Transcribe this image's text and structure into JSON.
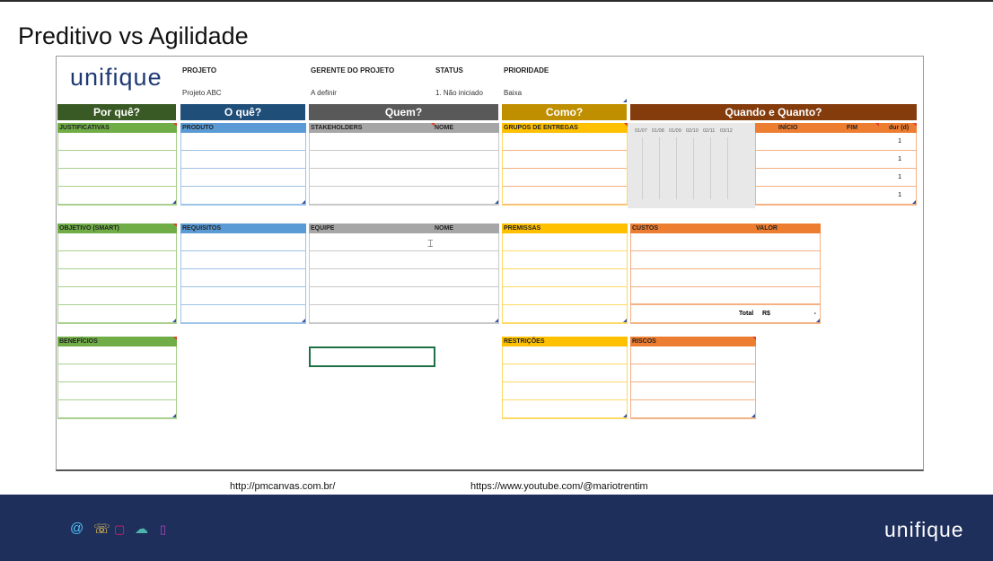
{
  "slide": {
    "title": "Preditivo vs Agilidade",
    "footer_links": [
      "http://pmcanvas.com.br/",
      "https://www.youtube.com/@mariotrentim"
    ],
    "brand": "unifique"
  },
  "header": {
    "logo": "unifique",
    "fields": [
      {
        "label": "PROJETO",
        "value": "Projeto ABC"
      },
      {
        "label": "GERENTE DO PROJETO",
        "value": "A definir"
      },
      {
        "label": "STATUS",
        "value": "1. Não iniciado"
      },
      {
        "label": "PRIORIDADE",
        "value": "Baixa"
      }
    ]
  },
  "sections": [
    {
      "label": "Por quê?",
      "color": "#3a5a25"
    },
    {
      "label": "O quê?",
      "color": "#1f4e79"
    },
    {
      "label": "Quem?",
      "color": "#595959"
    },
    {
      "label": "Como?",
      "color": "#bf8f00"
    },
    {
      "label": "Quando e Quanto?",
      "color": "#843c0c"
    }
  ],
  "blocks": {
    "justificativas": {
      "title": "JUSTIFICATIVAS"
    },
    "produto": {
      "title": "PRODUTO"
    },
    "stakeholders": {
      "title": "STAKEHOLDERS",
      "col2": "NOME"
    },
    "grupos": {
      "title": "GRUPOS DE ENTREGAS"
    },
    "timeline": {
      "col1": "INÍCIO",
      "col2": "FIM",
      "col3": "dur (d)",
      "durations": [
        "1",
        "1",
        "1",
        "1"
      ],
      "dates": [
        "01/07",
        "01/08",
        "01/09",
        "02/10",
        "02/11",
        "03/12"
      ]
    },
    "objetivo": {
      "title": "OBJETIVO  (SMART)"
    },
    "requisitos": {
      "title": "REQUISITOS"
    },
    "equipe": {
      "title": "EQUIPE",
      "col2": "NOME"
    },
    "premissas": {
      "title": "PREMISSAS"
    },
    "custos": {
      "title": "CUSTOS",
      "col2": "VALOR",
      "total_label": "Total",
      "currency": "R$",
      "total_value": "-"
    },
    "beneficios": {
      "title": "BENEFÍCIOS"
    },
    "restricoes": {
      "title": "RESTRIÇÕES"
    },
    "riscos": {
      "title": "RISCOS"
    }
  },
  "colors": {
    "green": "#70ad47",
    "green_line": "#a9d08e",
    "blue": "#5b9bd5",
    "blue_line": "#9dc3e6",
    "gray": "#a6a6a6",
    "gray_line": "#c9c9c9",
    "yellow": "#ffc000",
    "yellow_line": "#ffd966",
    "orange": "#ed7d31",
    "orange_line": "#f4b183",
    "footer_bg": "#1f2f5c"
  },
  "footer_icons": [
    "at-icon",
    "phone-icon",
    "chat-icon",
    "cloud-icon",
    "mobile-icon"
  ]
}
